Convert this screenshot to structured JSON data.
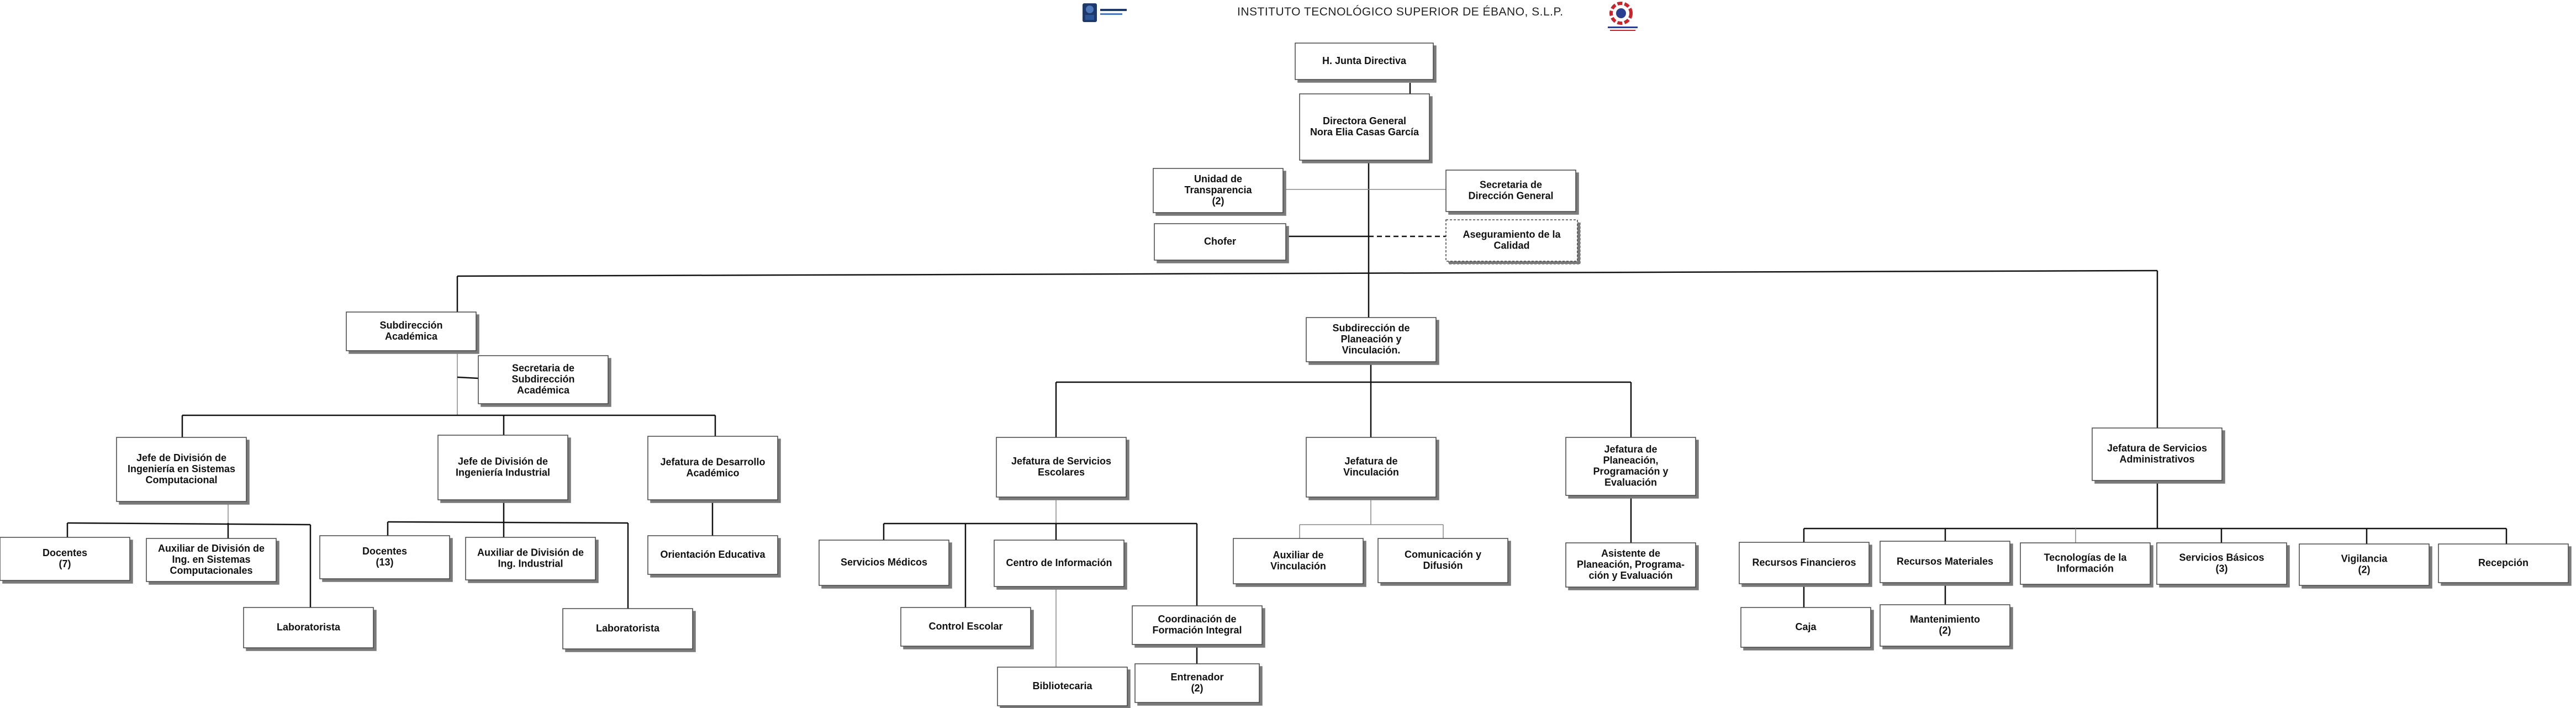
{
  "header": {
    "title": "INSTITUTO TECNOLÓGICO SUPERIOR DE ÉBANO, S.L.P."
  },
  "logos": [
    "institute-logo",
    "tecnm-logo"
  ],
  "colors": {
    "box_border": "#444444",
    "box_shadow": "#7a7a7a",
    "line": "#111111"
  },
  "nodes": [
    {
      "id": "junta",
      "lines": [
        "H. Junta Directiva"
      ]
    },
    {
      "id": "directora",
      "lines": [
        "Directora General",
        "Nora Elia Casas García"
      ]
    },
    {
      "id": "transparencia",
      "lines": [
        "Unidad de",
        "Transparencia",
        "(2)"
      ]
    },
    {
      "id": "secretaria-dg",
      "lines": [
        "Secretaria de",
        "Dirección General"
      ]
    },
    {
      "id": "chofer",
      "lines": [
        "Chofer"
      ]
    },
    {
      "id": "calidad",
      "lines": [
        "Aseguramiento de la",
        "Calidad"
      ],
      "dashed": true
    },
    {
      "id": "sub-academica",
      "lines": [
        "Subdirección",
        "Académica"
      ]
    },
    {
      "id": "secretaria-sa",
      "lines": [
        "Secretaria de",
        "Subdirección",
        "Académica"
      ]
    },
    {
      "id": "sub-planeacion",
      "lines": [
        "Subdirección de",
        "Planeación y",
        "Vinculación."
      ]
    },
    {
      "id": "jefe-sistemas",
      "lines": [
        "Jefe de División de",
        "Ingeniería en Sistemas",
        "Computacional"
      ]
    },
    {
      "id": "jefe-industrial",
      "lines": [
        "Jefe de División de",
        "Ingeniería Industrial"
      ]
    },
    {
      "id": "jef-desarrollo",
      "lines": [
        "Jefatura de Desarrollo",
        "Académico"
      ]
    },
    {
      "id": "docentes-7",
      "lines": [
        "Docentes",
        "(7)"
      ]
    },
    {
      "id": "aux-sistemas",
      "lines": [
        "Auxiliar de División de",
        "Ing. en Sistemas",
        "Computacionales"
      ]
    },
    {
      "id": "lab-sistemas",
      "lines": [
        "Laboratorista"
      ]
    },
    {
      "id": "docentes-13",
      "lines": [
        "Docentes",
        "(13)"
      ]
    },
    {
      "id": "aux-industrial",
      "lines": [
        "Auxiliar de División de",
        "Ing. Industrial"
      ]
    },
    {
      "id": "lab-industrial",
      "lines": [
        "Laboratorista"
      ]
    },
    {
      "id": "orientacion",
      "lines": [
        "Orientación Educativa"
      ]
    },
    {
      "id": "jef-escolares",
      "lines": [
        "Jefatura de Servicios",
        "Escolares"
      ]
    },
    {
      "id": "jef-vinculacion",
      "lines": [
        "Jefatura de",
        "Vinculación"
      ]
    },
    {
      "id": "jef-planeacion",
      "lines": [
        "Jefatura de",
        "Planeación,",
        "Programación y",
        "Evaluación"
      ]
    },
    {
      "id": "serv-medicos",
      "lines": [
        "Servicios Médicos"
      ]
    },
    {
      "id": "centro-info",
      "lines": [
        "Centro de Información"
      ]
    },
    {
      "id": "control-escolar",
      "lines": [
        "Control Escolar"
      ]
    },
    {
      "id": "coord-formacion",
      "lines": [
        "Coordinación de",
        "Formación Integral"
      ]
    },
    {
      "id": "bibliotecaria",
      "lines": [
        "Bibliotecaria"
      ]
    },
    {
      "id": "entrenador",
      "lines": [
        "Entrenador",
        "(2)"
      ]
    },
    {
      "id": "aux-vinculacion",
      "lines": [
        "Auxiliar de",
        "Vinculación"
      ]
    },
    {
      "id": "comunicacion",
      "lines": [
        "Comunicación y",
        "Difusión"
      ]
    },
    {
      "id": "asist-planeacion",
      "lines": [
        "Asistente de",
        "Planeación, Programa-",
        "ción y Evaluación"
      ]
    },
    {
      "id": "jef-administrativos",
      "lines": [
        "Jefatura de Servicios",
        "Administrativos"
      ]
    },
    {
      "id": "rec-financieros",
      "lines": [
        "Recursos Financieros"
      ]
    },
    {
      "id": "rec-materiales",
      "lines": [
        "Recursos Materiales"
      ]
    },
    {
      "id": "tecnologias",
      "lines": [
        "Tecnologías de la",
        "Información"
      ]
    },
    {
      "id": "serv-basicos",
      "lines": [
        "Servicios Básicos",
        "(3)"
      ]
    },
    {
      "id": "vigilancia",
      "lines": [
        "Vigilancia",
        "(2)"
      ]
    },
    {
      "id": "recepcion",
      "lines": [
        "Recepción"
      ]
    },
    {
      "id": "caja",
      "lines": [
        "Caja"
      ]
    },
    {
      "id": "mantenimiento",
      "lines": [
        "Mantenimiento",
        "(2)"
      ]
    }
  ]
}
